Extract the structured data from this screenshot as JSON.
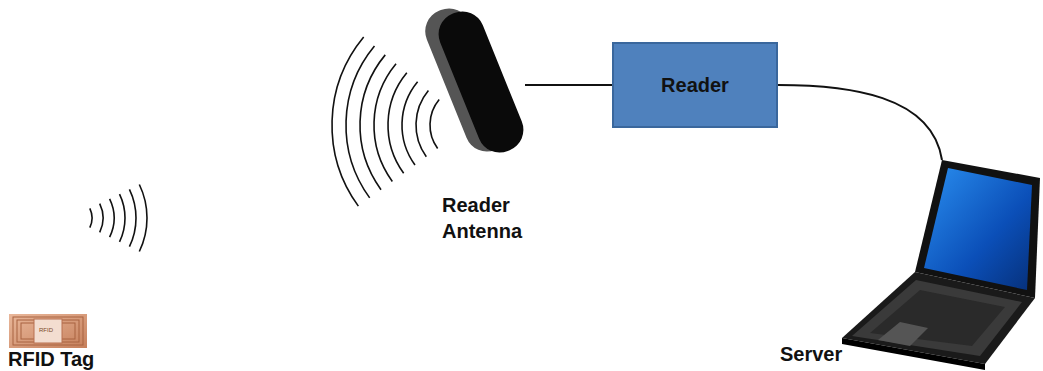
{
  "diagram": {
    "nodes": [
      {
        "text": [
          "RFID Tag"
        ]
      },
      {
        "text": [
          "Reader Antenna"
        ]
      },
      {
        "text": [
          "Reader"
        ]
      },
      {
        "text": [
          "Server"
        ]
      }
    ],
    "edges": [
      {
        "from": 1,
        "to": 2,
        "arrow": "none"
      },
      {
        "from": 2,
        "to": 3,
        "arrow": "none"
      }
    ],
    "labels": [
      "RFID"
    ]
  }
}
